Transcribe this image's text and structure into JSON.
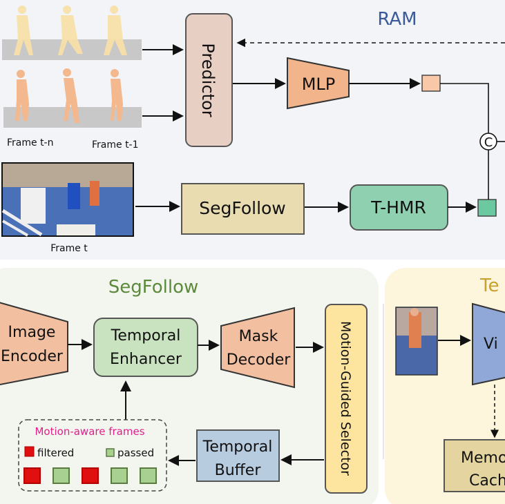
{
  "ram": {
    "title": "RAM",
    "predictor": "Predictor",
    "mlp": "MLP",
    "concat_symbol": "C",
    "segfollow": "SegFollow",
    "thmr": "T-HMR",
    "frame_tn": "Frame t-n",
    "frame_t1": "Frame t-1",
    "frame_t": "Frame t"
  },
  "segfollow_panel": {
    "title": "SegFollow",
    "image_encoder": [
      "Image",
      "Encoder"
    ],
    "temporal_enhancer": [
      "Temporal",
      "Enhancer"
    ],
    "mask_decoder": [
      "Mask",
      "Decoder"
    ],
    "selector": "Motion-Guided Selector",
    "temporal_buffer": [
      "Temporal",
      "Buffer"
    ],
    "motion_frames": {
      "title": "Motion-aware frames",
      "legend_filtered": "filtered",
      "legend_passed": "passed",
      "frames": [
        "filtered",
        "passed",
        "filtered",
        "passed",
        "passed"
      ]
    }
  },
  "thmr_panel": {
    "title": "Te",
    "vit": "Vi",
    "memory_cache": [
      "Memo",
      "Cach"
    ]
  },
  "colors": {
    "ram_title": "#3a5a9a",
    "segfollow_title": "#5a8a3a",
    "thmr_title": "#c8a030",
    "motion_title": "#e0208a",
    "filtered": "#e01010",
    "passed": "#a8d090"
  }
}
